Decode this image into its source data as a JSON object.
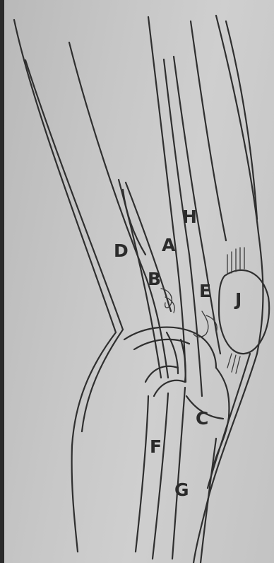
{
  "labels": {
    "A": "A",
    "B": "B",
    "C": "C",
    "D": "D",
    "E": "E",
    "F": "F",
    "G": "G",
    "H": "H",
    "J": "J"
  }
}
